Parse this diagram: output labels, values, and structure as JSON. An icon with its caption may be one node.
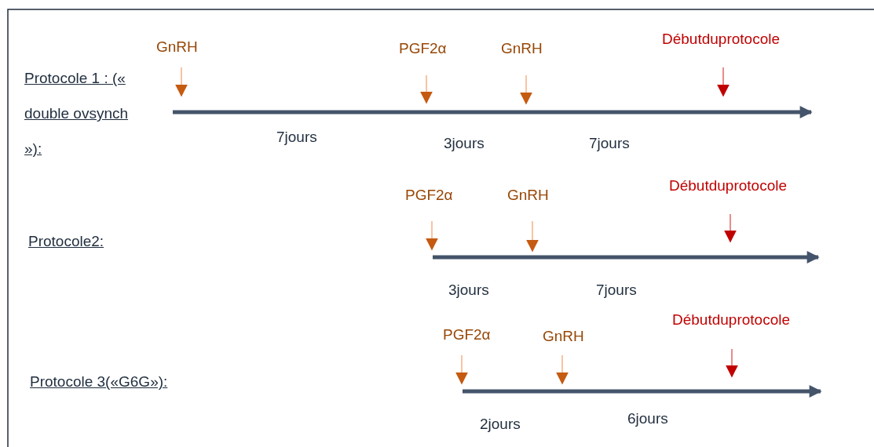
{
  "diagram": {
    "labels": [
      "GnRH",
      "PGF2α",
      "GnRH",
      "Débutduprotocole",
      "Protocole 1 : (« double ovsynch »):",
      "7jours",
      "3jours",
      "7jours",
      "Débutduprotocole",
      "PGF2α",
      "GnRH",
      "Protocole2:",
      "3jours",
      "7jours",
      "Débutduprotocole",
      "PGF2α",
      "GnRH",
      "Protocole 3(«G6G»):",
      "2jours",
      "6jours"
    ]
  }
}
